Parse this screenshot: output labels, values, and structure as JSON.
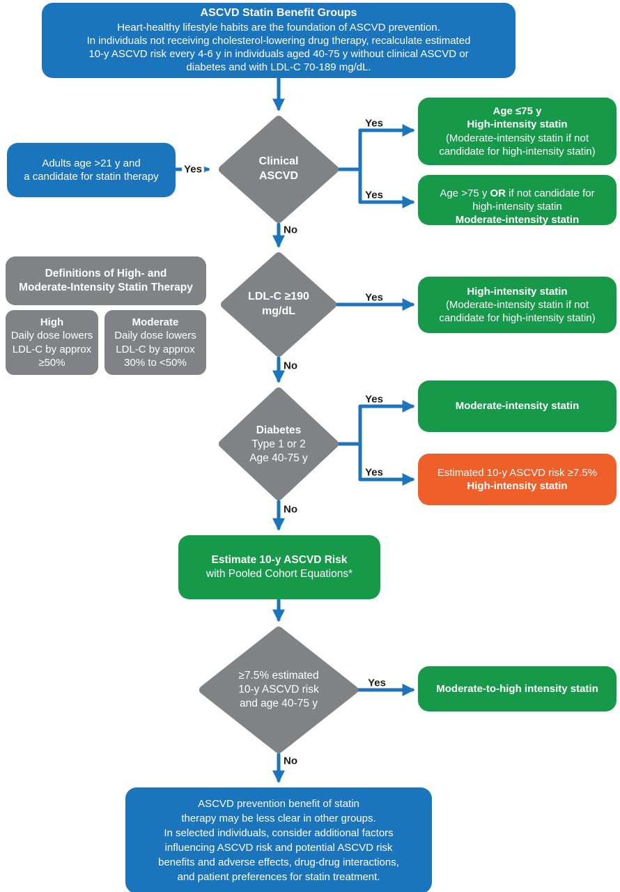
{
  "colors": {
    "blue": "#1b75bc",
    "green": "#169a4a",
    "orange": "#ee5f2a",
    "gray": "#808285",
    "arrow": "#1b75bc"
  },
  "labels": {
    "yes": "Yes",
    "no": "No"
  },
  "top_box": {
    "title": "ASCVD Statin Benefit Groups",
    "body": "Heart-healthy lifestyle habits are the foundation of ASCVD prevention.\nIn individuals not receiving cholesterol-lowering drug therapy, recalculate estimated\n10-y ASCVD risk every 4-6 y in individuals aged 40-75 y without clinical ASCVD or\ndiabetes and with LDL-C 70-189 mg/dL."
  },
  "adults_box": {
    "text": "Adults age >21 y and\na candidate for statin therapy"
  },
  "diamonds": {
    "clinical_ascvd": {
      "title": "Clinical\nASCVD"
    },
    "ldl": {
      "title": "LDL-C ≥190\nmg/dL"
    },
    "diabetes": {
      "title": "Diabetes",
      "body": "Type 1 or 2\nAge 40-75 y"
    },
    "risk": {
      "body": "≥7.5% estimated\n10-y ASCVD risk\nand age 40-75 y"
    }
  },
  "outcomes": {
    "age_le_75": {
      "bold": "Age ≤75 y\nHigh-intensity statin",
      "regular": "(Moderate-intensity statin if not\ncandidate for high-intensity statin)"
    },
    "age_gt_75": {
      "pre": "Age >75 y ",
      "or": "OR",
      "post": " if not candidate for\nhigh-intensity statin",
      "bold": "Moderate-intensity statin"
    },
    "high_intensity": {
      "bold": "High-intensity statin",
      "regular": "(Moderate-intensity statin if not\ncandidate for high-intensity statin)"
    },
    "moderate_intensity": {
      "bold": "Moderate-intensity statin"
    },
    "estimated_risk_high": {
      "regular": "Estimated 10-y ASCVD risk ≥7.5%",
      "bold": "High-intensity statin"
    },
    "moderate_to_high": {
      "bold": "Moderate-to-high intensity statin"
    }
  },
  "estimate_box": {
    "bold": "Estimate 10-y ASCVD Risk",
    "regular": "with Pooled Cohort Equations*"
  },
  "definitions": {
    "header": "Definitions of High- and\nModerate-Intensity Statin Therapy",
    "high": {
      "title": "High",
      "body": "Daily dose lowers\nLDL-C by approx\n≥50%"
    },
    "moderate": {
      "title": "Moderate",
      "body": "Daily dose lowers\nLDL-C by approx\n30% to <50%"
    }
  },
  "bottom_box": {
    "text": "ASCVD prevention benefit of statin\ntherapy may be less clear in other groups.\nIn selected individuals, consider additional factors\ninfluencing ASCVD risk and potential ASCVD risk\nbenefits and adverse effects, drug-drug interactions,\nand patient preferences for statin treatment."
  }
}
